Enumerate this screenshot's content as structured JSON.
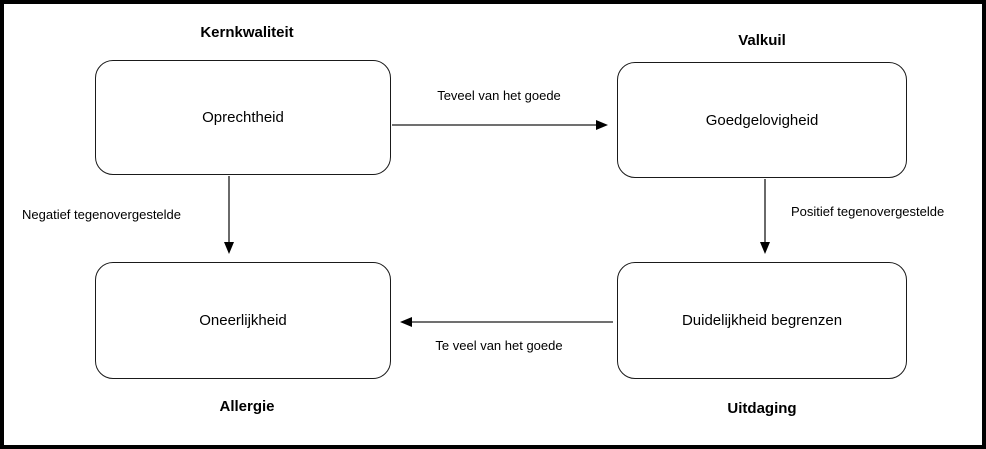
{
  "diagram": {
    "quadrants": {
      "kernkwaliteit": {
        "title": "Kernkwaliteit",
        "box": "Oprechtheid"
      },
      "valkuil": {
        "title": "Valkuil",
        "box": "Goedgelovigheid"
      },
      "allergie": {
        "title": "Allergie",
        "box": "Oneerlijkheid"
      },
      "uitdaging": {
        "title": "Uitdaging",
        "box": "Duidelijkheid begrenzen"
      }
    },
    "arrows": {
      "top": {
        "label": "Teveel van het goede",
        "from": "Oprechtheid",
        "to": "Goedgelovigheid"
      },
      "left": {
        "label": "Negatief tegenovergestelde",
        "from": "Oprechtheid",
        "to": "Oneerlijkheid"
      },
      "right": {
        "label": "Positief tegenovergestelde",
        "from": "Goedgelovigheid",
        "to": "Duidelijkheid begrenzen"
      },
      "bottom": {
        "label": "Te veel van het goede",
        "from": "Duidelijkheid begrenzen",
        "to": "Oneerlijkheid"
      }
    },
    "colors": {
      "border": "#000000",
      "background": "#ffffff",
      "text": "#000000"
    }
  }
}
